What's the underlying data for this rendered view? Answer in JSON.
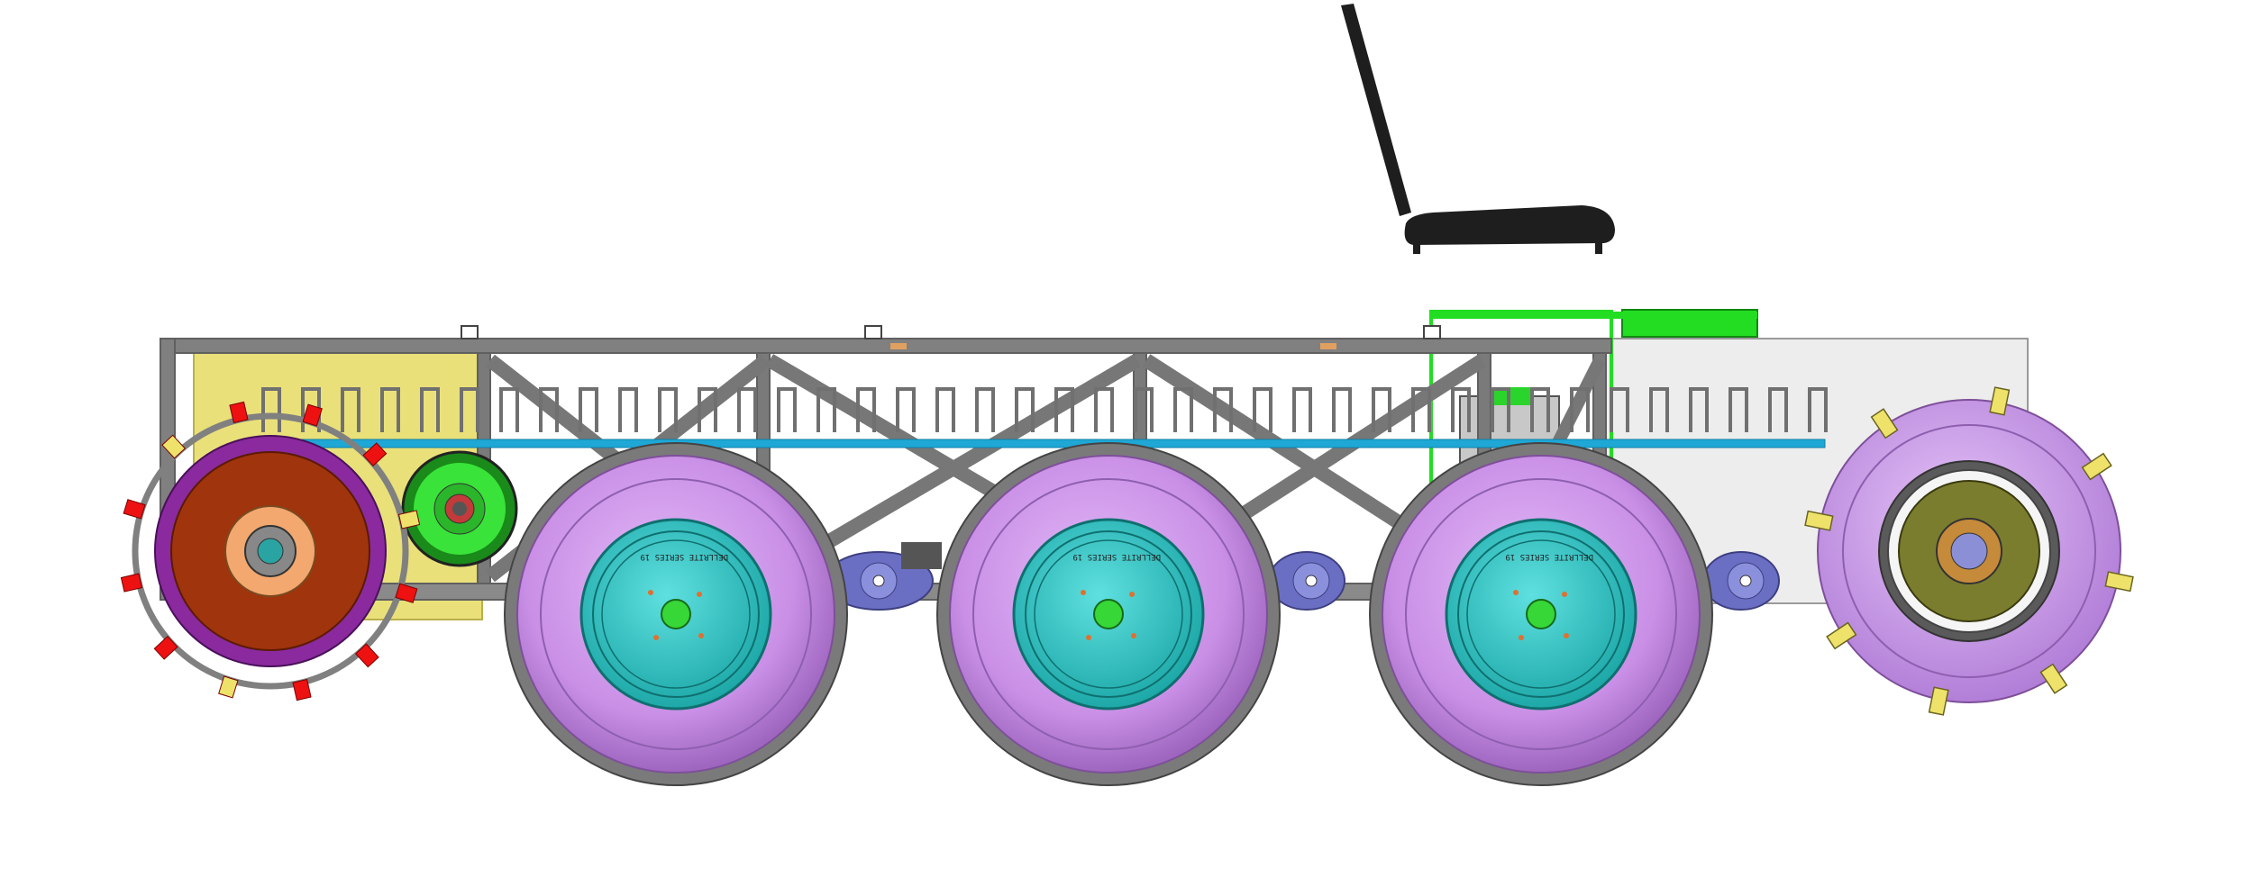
{
  "drawing": {
    "background": "#ffffff",
    "colors": {
      "frame": "#808080",
      "frame_dark": "#555555",
      "frame_light": "#a9a9a9",
      "yellow_panel": "#e9e07a",
      "grey_panel": "#ededed",
      "green_rail": "#22dd22",
      "blue_bar": "#1fa8d6",
      "seat": "#1e1e1e",
      "tire_violet": "#c98fe6",
      "tire_violet_dark": "#a56ec6",
      "tire_grey": "#7a7a7a",
      "hub_teal": "#2fc4c4",
      "hub_center": "#36d736",
      "drum_purple": "#8a2a9e",
      "drum_rust": "#a0340c",
      "drum_peach": "#f2a86e",
      "pulley_green": "#39e339",
      "cleat_red": "#ee1111",
      "cleat_yellow": "#eee26a",
      "idler_blue": "#6a6fc4",
      "rear_hub_olive": "#7b7d2e"
    },
    "parts": [
      "seat-back-icon",
      "seat-cushion-icon",
      "truss-frame",
      "yellow-side-panel",
      "grey-side-panel",
      "green-control-box",
      "blue-drive-bar",
      "front-cleated-drum-wheel",
      "drive-pulley",
      "road-wheel-1",
      "road-wheel-2",
      "road-wheel-3",
      "idler-roller-1",
      "idler-roller-2",
      "idler-roller-3",
      "rear-cleated-wheel"
    ],
    "hub_label": "DELLRITE SERIES 19"
  }
}
